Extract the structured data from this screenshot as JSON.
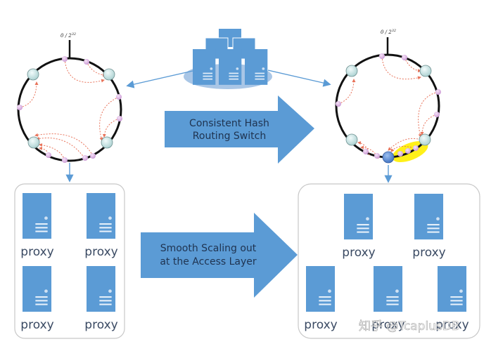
{
  "diagram": {
    "title": "Consistent hash routing and access-layer scale-out",
    "colors": {
      "server_blue": "#5b9bd5",
      "platform_ellipse": "#a9c6e6",
      "arrow_blue": "#5b9bd5",
      "ring_stroke": "#111111",
      "node_fill": "#d8ecec",
      "vnode_fill": "#e6c4ec",
      "dashed_link": "#e8735a",
      "highlight": "#ffee00",
      "new_node": "#5b8fd6",
      "box_border": "#c8c8c8"
    },
    "server_cluster": {
      "icon": "server-rack-icon",
      "count": 6
    },
    "left_ring": {
      "label": "0 / 2^32",
      "label_base": "0 / 2",
      "label_exp": "32",
      "physical_nodes": 4,
      "virtual_nodes": 9
    },
    "right_ring": {
      "label": "0 / 2^32",
      "label_base": "0 / 2",
      "label_exp": "32",
      "physical_nodes": 5,
      "virtual_nodes": 12,
      "new_node_highlight": true
    },
    "arrows": {
      "routing_switch": {
        "line1": "Consistent Hash",
        "line2": "Routing Switch"
      },
      "scaling": {
        "line1": "Smooth Scaling out",
        "line2": "at the Access Layer"
      }
    },
    "left_proxies": {
      "items": [
        {
          "label": "proxy"
        },
        {
          "label": "proxy"
        },
        {
          "label": "proxy"
        },
        {
          "label": "proxy"
        }
      ]
    },
    "right_proxies": {
      "items": [
        {
          "label": "proxy"
        },
        {
          "label": "proxy"
        },
        {
          "label": "proxy"
        },
        {
          "label": "proxy"
        },
        {
          "label": "proxy"
        }
      ]
    },
    "watermark": "知乎 @TcaplusDB"
  }
}
